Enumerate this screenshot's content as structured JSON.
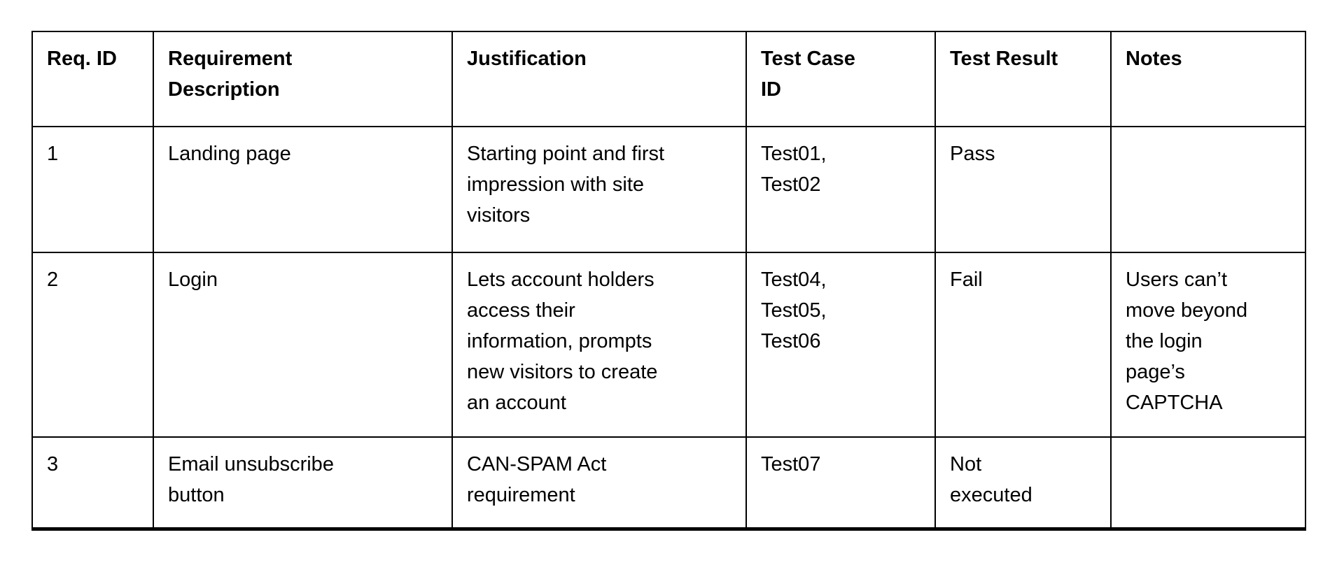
{
  "page": {
    "background_color": "#ffffff",
    "text_color": "#000000",
    "border_color": "#000000"
  },
  "table": {
    "columns": [
      {
        "id": "req_id",
        "label": "Req. ID"
      },
      {
        "id": "description",
        "label": "Requirement\nDescription"
      },
      {
        "id": "justification",
        "label": "Justification"
      },
      {
        "id": "test_case_id",
        "label": "Test Case\nID"
      },
      {
        "id": "test_result",
        "label": "Test Result"
      },
      {
        "id": "notes",
        "label": "Notes"
      }
    ],
    "rows": [
      {
        "req_id": "1",
        "description": "Landing page",
        "justification": "Starting point and first\nimpression with site\nvisitors",
        "test_case_id": "Test01,\nTest02",
        "test_result": "Pass",
        "notes": ""
      },
      {
        "req_id": "2",
        "description": "Login",
        "justification": "Lets account holders\naccess their\ninformation, prompts\nnew visitors to create\nan account",
        "test_case_id": "Test04,\nTest05,\nTest06",
        "test_result": "Fail",
        "notes": "Users can’t\nmove beyond\nthe login\npage’s\nCAPTCHA"
      },
      {
        "req_id": "3",
        "description": "Email unsubscribe\nbutton",
        "justification": "CAN-SPAM Act\nrequirement",
        "test_case_id": "Test07",
        "test_result": "Not\nexecuted",
        "notes": ""
      }
    ]
  }
}
